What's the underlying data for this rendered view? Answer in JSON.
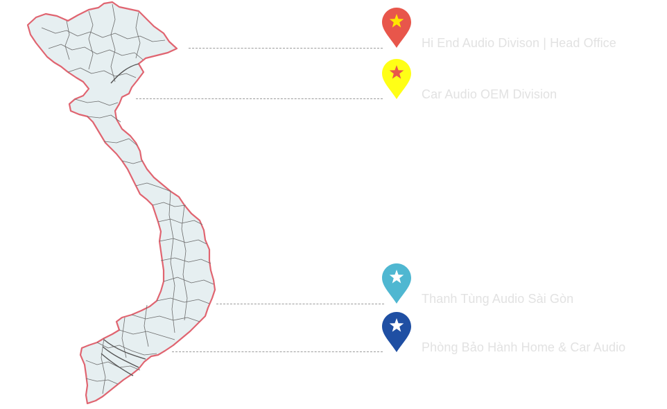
{
  "locations": [
    {
      "label": "Hi End Audio Divison | Head Office",
      "pin_color": "#e8564b",
      "star_color": "#ffe600"
    },
    {
      "label": "Car Audio OEM Division",
      "pin_color": "#ffff16",
      "star_color": "#e8564b"
    },
    {
      "label": "Thanh Tùng Audio Sài Gòn",
      "pin_color": "#4fb7d1",
      "star_color": "#ffffff"
    },
    {
      "label": "Phòng Bảo Hành Home & Car Audio",
      "pin_color": "#1f4fa3",
      "star_color": "#ffffff"
    }
  ],
  "map": {
    "fill_color": "#e6eff1",
    "border_color": "#e06470",
    "province_line_color": "#6b6b6b"
  }
}
